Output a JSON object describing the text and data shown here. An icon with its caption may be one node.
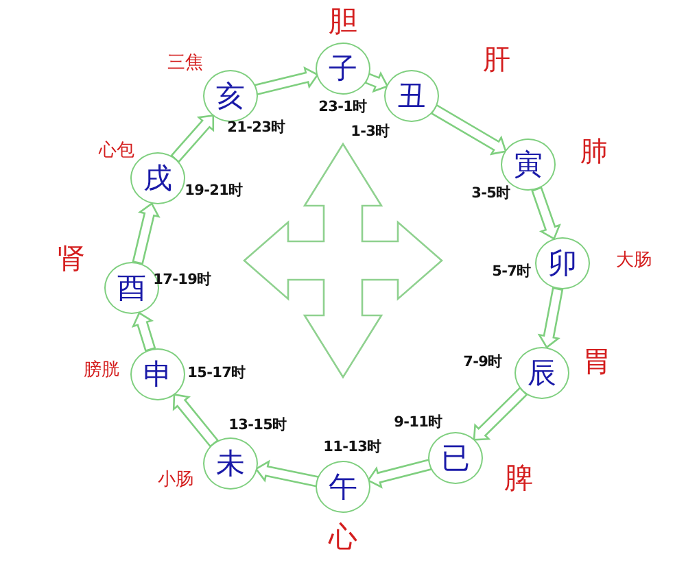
{
  "diagram": {
    "nodes": [
      {
        "text": [
          "子"
        ],
        "beside": [
          "胆",
          "23-1时"
        ]
      },
      {
        "text": [
          "丑"
        ],
        "beside": [
          "肝",
          "1-3时"
        ]
      },
      {
        "text": [
          "寅"
        ],
        "beside": [
          "肺",
          "3-5时"
        ]
      },
      {
        "text": [
          "卯"
        ],
        "beside": [
          "大肠",
          "5-7时"
        ]
      },
      {
        "text": [
          "辰"
        ],
        "beside": [
          "胃",
          "7-9时"
        ]
      },
      {
        "text": [
          "已"
        ],
        "beside": [
          "脾",
          "9-11时"
        ]
      },
      {
        "text": [
          "午"
        ],
        "beside": [
          "心",
          "11-13时"
        ]
      },
      {
        "text": [
          "未"
        ],
        "beside": [
          "小肠",
          "13-15时"
        ]
      },
      {
        "text": [
          "申"
        ],
        "beside": [
          "膀胱",
          "15-17时"
        ]
      },
      {
        "text": [
          "酉"
        ],
        "beside": [
          "肾",
          "17-19时"
        ]
      },
      {
        "text": [
          "戌"
        ],
        "beside": [
          "心包",
          "19-21时"
        ]
      },
      {
        "text": [
          "亥"
        ],
        "beside": [
          "三焦",
          "21-23时"
        ]
      }
    ],
    "edges": [
      {
        "from": 0,
        "to": 1,
        "arrow": "to"
      },
      {
        "from": 1,
        "to": 2,
        "arrow": "to"
      },
      {
        "from": 2,
        "to": 3,
        "arrow": "to"
      },
      {
        "from": 3,
        "to": 4,
        "arrow": "to"
      },
      {
        "from": 4,
        "to": 5,
        "arrow": "to"
      },
      {
        "from": 5,
        "to": 6,
        "arrow": "to"
      },
      {
        "from": 6,
        "to": 7,
        "arrow": "to"
      },
      {
        "from": 7,
        "to": 8,
        "arrow": "to"
      },
      {
        "from": 8,
        "to": 9,
        "arrow": "to"
      },
      {
        "from": 9,
        "to": 10,
        "arrow": "to"
      },
      {
        "from": 10,
        "to": 11,
        "arrow": "to"
      },
      {
        "from": 11,
        "to": 0,
        "arrow": "to"
      }
    ]
  }
}
